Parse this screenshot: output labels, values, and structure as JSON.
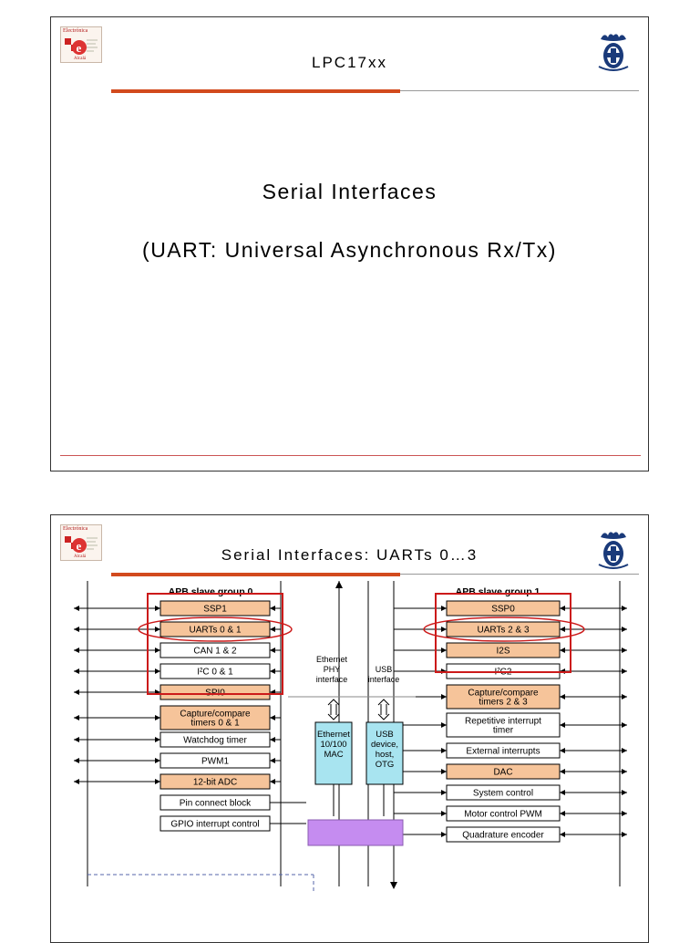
{
  "slides": [
    {
      "logo_left": {
        "top": "Electrónica",
        "bottom": "Alcalá"
      },
      "header_title": "LPC17xx",
      "lines": [
        "Serial Interfaces",
        "(UART: Universal Asynchronous Rx/Tx)"
      ]
    },
    {
      "logo_left": {
        "top": "Electrónica",
        "bottom": "Alcalá"
      },
      "header_title": "Serial Interfaces: UARTs 0…3",
      "diagram": {
        "group0_title": "APB slave group 0",
        "group1_title": "APB slave group 1",
        "left_blocks": [
          "SSP1",
          "UARTs 0 & 1",
          "CAN 1 & 2",
          "I²C 0 & 1",
          "SPI0",
          "Capture/compare timers 0 & 1",
          "Watchdog timer",
          "PWM1",
          "12-bit ADC",
          "Pin connect block",
          "GPIO interrupt control"
        ],
        "right_blocks": [
          "SSP0",
          "UARTs 2 & 3",
          "I2S",
          "I²C2",
          "Capture/compare timers 2 & 3",
          "Repetitive interrupt timer",
          "External interrupts",
          "DAC",
          "System control",
          "Motor control PWM",
          "Quadrature encoder"
        ],
        "ethernet_phy_label": "Ethernet PHY interface",
        "usb_interface_label": "USB interface",
        "ethernet_mac": "Ethernet 10/100 MAC",
        "usb_otg": "USB device, host, OTG",
        "colors": {
          "peripheral_orange": "#f6c49a",
          "block_blue": "#a8e4f0",
          "bridge_purple": "#c58cf0",
          "highlight_red": "#cc1a1a"
        }
      }
    }
  ]
}
